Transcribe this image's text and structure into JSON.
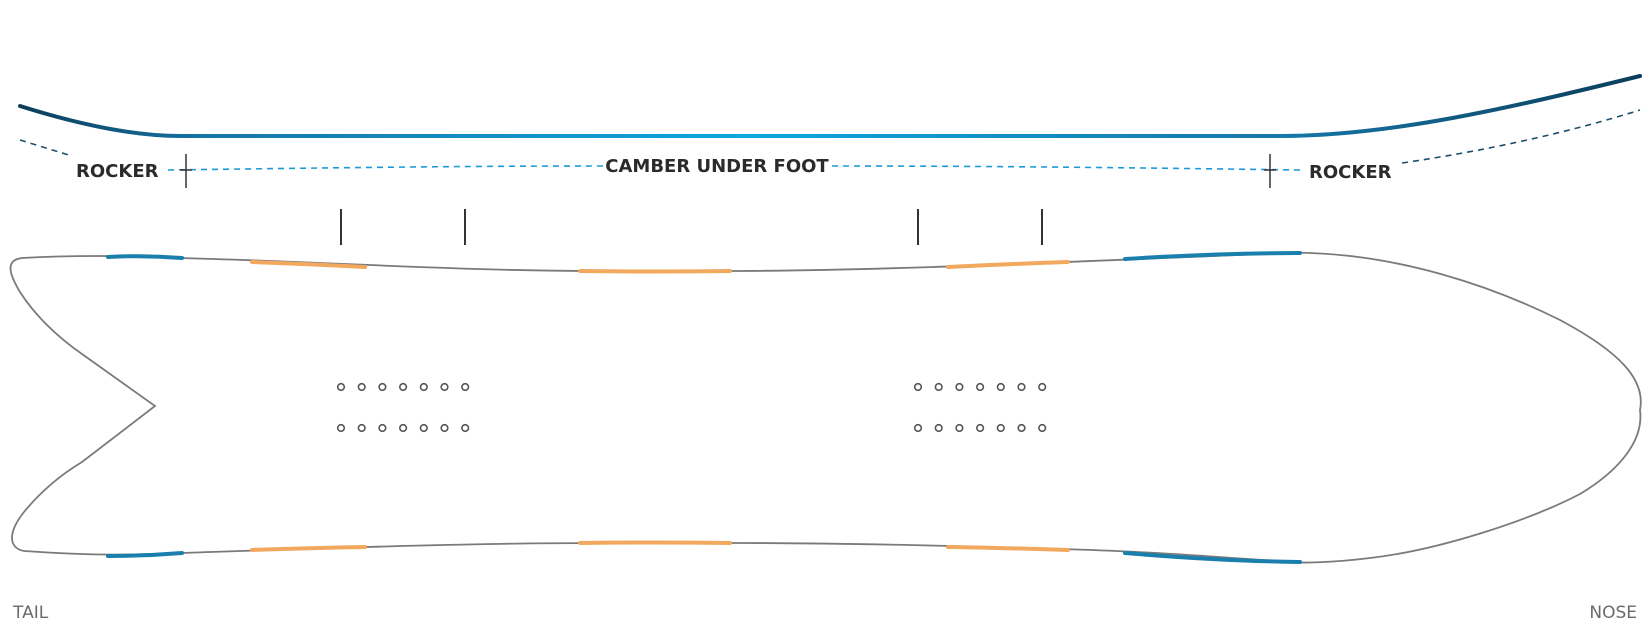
{
  "labels": {
    "rocker_left": "ROCKER",
    "camber": "CAMBER UNDER FOOT",
    "rocker_right": "ROCKER",
    "tail": "TAIL",
    "nose": "NOSE"
  },
  "colors": {
    "profile_dark": "#0b3d5a",
    "profile_mid": "#1677a8",
    "profile_light": "#0fa6e0",
    "dashed_rocker": "#1c4f6b",
    "dashed_camber": "#1d9ad6",
    "outline": "#7a7a7a",
    "sidecut_orange": "#f2a95e",
    "sidecut_blue": "#1b7fae",
    "ticks": "#333333"
  }
}
